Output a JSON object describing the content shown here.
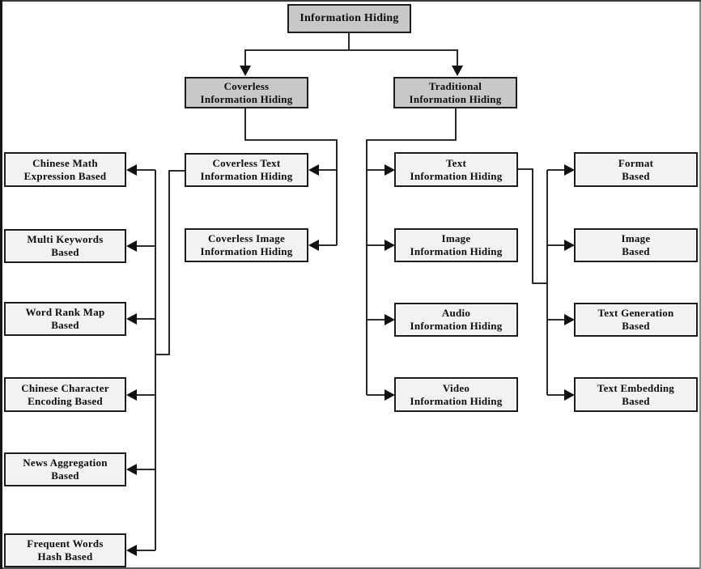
{
  "diagram": {
    "type": "taxonomy-tree",
    "title": "Information Hiding",
    "colors": {
      "category_fill": "#c8c8c8",
      "leaf_fill": "#f2f2f1",
      "border": "#1c1c1c",
      "line": "#111111",
      "background": "#ffffff"
    },
    "nodes": {
      "root": {
        "label": "Information Hiding"
      },
      "coverless": {
        "label": "Coverless\nInformation Hiding"
      },
      "traditional": {
        "label": "Traditional\nInformation Hiding"
      },
      "coverless_text": {
        "label": "Coverless Text\nInformation Hiding"
      },
      "coverless_image": {
        "label": "Coverless Image\nInformation Hiding"
      },
      "text_ih": {
        "label": "Text\nInformation Hiding"
      },
      "image_ih": {
        "label": "Image\nInformation Hiding"
      },
      "audio_ih": {
        "label": "Audio\nInformation Hiding"
      },
      "video_ih": {
        "label": "Video\nInformation Hiding"
      },
      "chinese_math": {
        "label": "Chinese Math\nExpression Based"
      },
      "multi_keywords": {
        "label": "Multi Keywords\nBased"
      },
      "word_rank": {
        "label": "Word Rank Map\nBased"
      },
      "chinese_char": {
        "label": "Chinese Character\nEncoding Based"
      },
      "news_agg": {
        "label": "News Aggregation\nBased"
      },
      "freq_words": {
        "label": "Frequent Words\nHash Based"
      },
      "format_based": {
        "label": "Format\nBased"
      },
      "image_based": {
        "label": "Image\nBased"
      },
      "text_gen": {
        "label": "Text Generation\nBased"
      },
      "text_embed": {
        "label": "Text Embedding\nBased"
      }
    },
    "edges": [
      {
        "from": "root",
        "to": "coverless"
      },
      {
        "from": "root",
        "to": "traditional"
      },
      {
        "from": "coverless",
        "to": "coverless_text"
      },
      {
        "from": "coverless",
        "to": "coverless_image"
      },
      {
        "from": "coverless_text",
        "to": "chinese_math"
      },
      {
        "from": "coverless_text",
        "to": "multi_keywords"
      },
      {
        "from": "coverless_text",
        "to": "word_rank"
      },
      {
        "from": "coverless_text",
        "to": "chinese_char"
      },
      {
        "from": "coverless_text",
        "to": "news_agg"
      },
      {
        "from": "coverless_text",
        "to": "freq_words"
      },
      {
        "from": "traditional",
        "to": "text_ih"
      },
      {
        "from": "traditional",
        "to": "image_ih"
      },
      {
        "from": "traditional",
        "to": "audio_ih"
      },
      {
        "from": "traditional",
        "to": "video_ih"
      },
      {
        "from": "text_ih",
        "to": "format_based"
      },
      {
        "from": "text_ih",
        "to": "image_based"
      },
      {
        "from": "text_ih",
        "to": "text_gen"
      },
      {
        "from": "text_ih",
        "to": "text_embed"
      }
    ]
  }
}
